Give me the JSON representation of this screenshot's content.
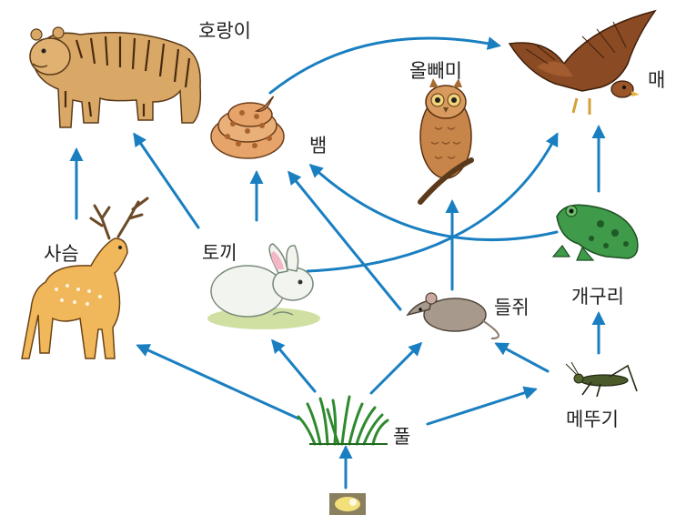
{
  "organisms": {
    "tiger": "호랑이",
    "snake": "뱀",
    "owl": "올빼미",
    "hawk": "매",
    "deer": "사슴",
    "rabbit": "토끼",
    "frog": "개구리",
    "mouse": "들쥐",
    "grasshopper": "메뚜기",
    "grass": "풀"
  },
  "colors": {
    "arrow": "#1a7fc1"
  }
}
